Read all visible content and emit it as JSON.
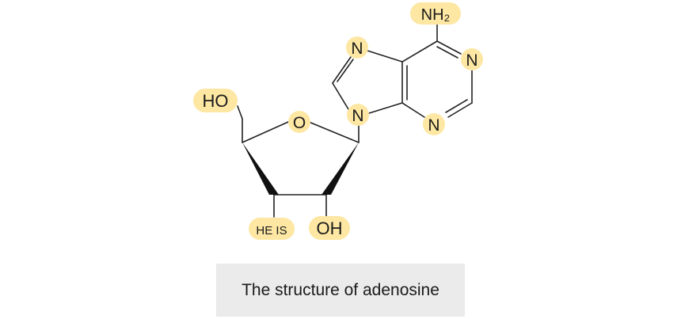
{
  "colors": {
    "highlight": "#fde7a3",
    "bond": "#222222",
    "caption_bg": "#ebebeb"
  },
  "labels": {
    "ho_top": "HO",
    "ring_o": "O",
    "n_imidazole_top": "N",
    "n_glycosidic": "N",
    "nh2": "NH₂",
    "n_pyrimidine_right": "N",
    "n_pyrimidine_bottom": "N",
    "he_is": "HE IS",
    "oh": "OH"
  },
  "caption": "The structure of adenosine"
}
